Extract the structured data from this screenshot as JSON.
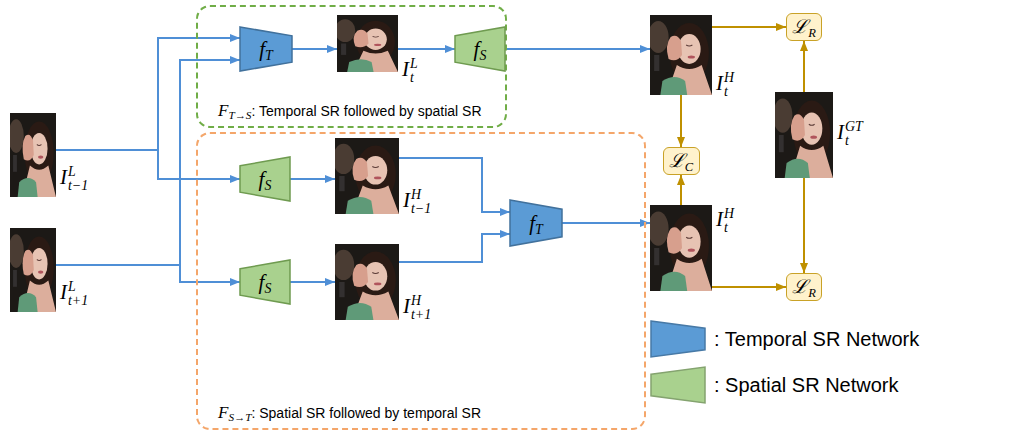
{
  "diagram": {
    "nodes": [
      {
        "text": [
          "It−1L"
        ]
      },
      {
        "text": [
          "It+1L"
        ]
      },
      {
        "text": [
          "FT→S: Temporal SR followed by spatial SR"
        ]
      },
      {
        "text": [
          "fT"
        ],
        "in": 2
      },
      {
        "text": [
          "ItL"
        ],
        "in": 2
      },
      {
        "text": [
          "fS"
        ],
        "in": 2
      },
      {
        "text": [
          "FS→T: Spatial SR followed by temporal SR"
        ]
      },
      {
        "text": [
          "fS"
        ],
        "in": 6
      },
      {
        "text": [
          "It−1H"
        ],
        "in": 6
      },
      {
        "text": [
          "fS"
        ],
        "in": 6
      },
      {
        "text": [
          "It+1H"
        ],
        "in": 6
      },
      {
        "text": [
          "fT"
        ],
        "in": 6
      },
      {
        "text": [
          "ItH"
        ]
      },
      {
        "text": [
          "ℒR"
        ]
      },
      {
        "text": [
          "ItGT"
        ]
      },
      {
        "text": [
          "ℒC"
        ]
      },
      {
        "text": [
          "ItH"
        ]
      },
      {
        "text": [
          "ℒR"
        ]
      }
    ],
    "edges": [
      {
        "from": 0,
        "to": 3,
        "arrow": "to"
      },
      {
        "from": 0,
        "to": 7,
        "arrow": "to"
      },
      {
        "from": 1,
        "to": 3,
        "arrow": "to"
      },
      {
        "from": 1,
        "to": 9,
        "arrow": "to"
      },
      {
        "from": 3,
        "to": 4,
        "arrow": "to"
      },
      {
        "from": 4,
        "to": 5,
        "arrow": "to"
      },
      {
        "from": 5,
        "to": 12,
        "arrow": "to"
      },
      {
        "from": 7,
        "to": 8,
        "arrow": "to"
      },
      {
        "from": 9,
        "to": 10,
        "arrow": "to"
      },
      {
        "from": 8,
        "to": 11,
        "arrow": "to"
      },
      {
        "from": 10,
        "to": 11,
        "arrow": "to"
      },
      {
        "from": 11,
        "to": 16,
        "arrow": "to"
      },
      {
        "from": 12,
        "to": 13,
        "arrow": "to"
      },
      {
        "from": 14,
        "to": 13,
        "arrow": "to"
      },
      {
        "from": 12,
        "to": 15,
        "arrow": "to"
      },
      {
        "from": 16,
        "to": 15,
        "arrow": "to"
      },
      {
        "from": 16,
        "to": 17,
        "arrow": "to"
      },
      {
        "from": 14,
        "to": 17,
        "arrow": "to"
      }
    ],
    "legend": [
      {
        "text": ": Temporal SR Network",
        "color": "#5b9bd5"
      },
      {
        "text": ": Spatial SR Network",
        "color": "#a9d18e"
      }
    ]
  }
}
